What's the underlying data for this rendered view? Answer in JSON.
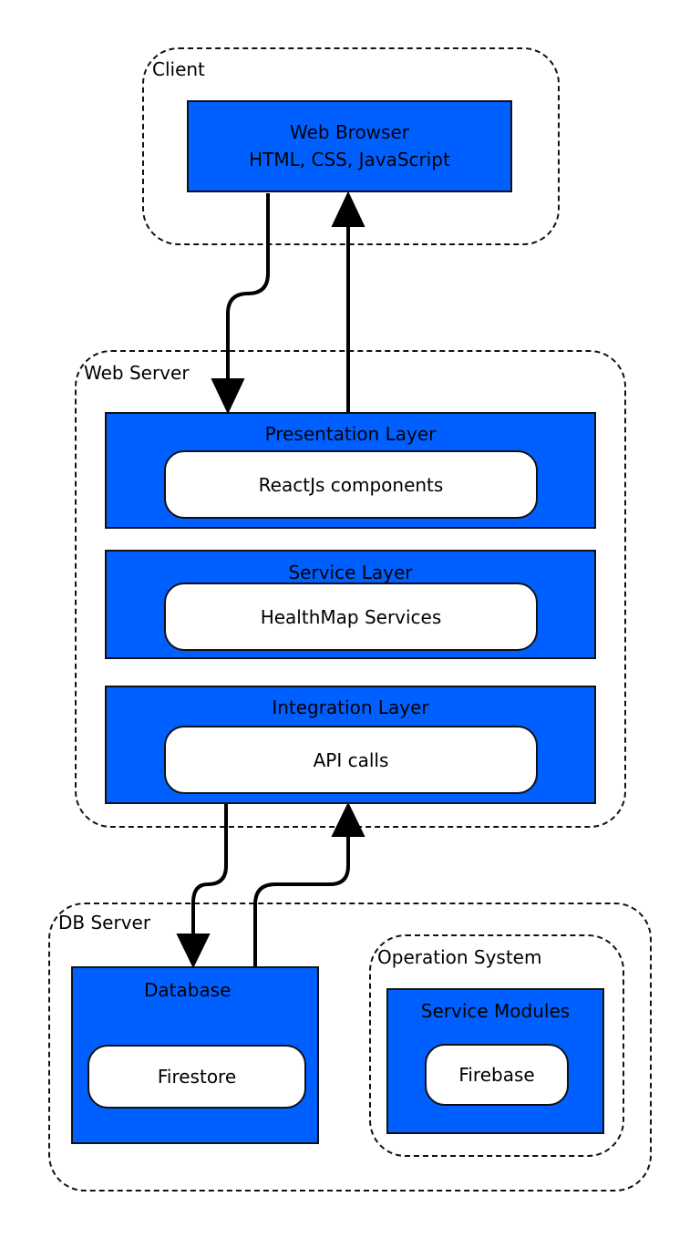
{
  "client": {
    "label": "Client",
    "browser": {
      "line1": "Web Browser",
      "line2": "HTML, CSS, JavaScript"
    }
  },
  "web_server": {
    "label": "Web Server",
    "presentation": {
      "title": "Presentation Layer",
      "component": "ReactJs components"
    },
    "service": {
      "title": "Service Layer",
      "component": "HealthMap Services"
    },
    "integration": {
      "title": "Integration Layer",
      "component": "API calls"
    }
  },
  "db_server": {
    "label": "DB Server",
    "database": {
      "title": "Database",
      "component": "Firestore"
    },
    "operation_system": {
      "label": "Operation System",
      "service_modules": {
        "title": "Service Modules",
        "component": "Firebase"
      }
    }
  },
  "colors": {
    "layer_fill": "#0060ff",
    "component_fill": "#ffffff",
    "stroke": "#111111"
  }
}
